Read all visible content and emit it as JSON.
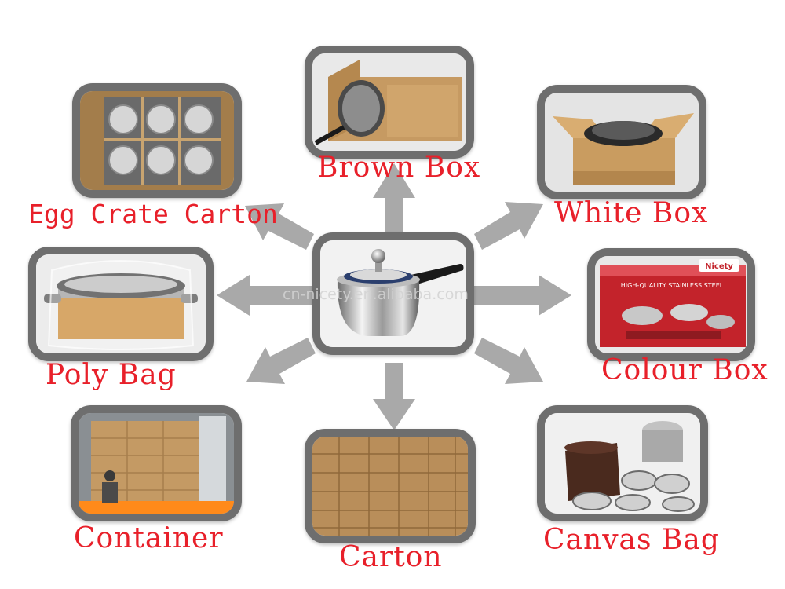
{
  "center": {
    "name": "saucepan-photo"
  },
  "packages": [
    {
      "key": "brown_box",
      "label": "Brown Box"
    },
    {
      "key": "egg_crate_carton",
      "label": "Egg Crate Carton"
    },
    {
      "key": "white_box",
      "label": "White Box"
    },
    {
      "key": "poly_bag",
      "label": "Poly Bag"
    },
    {
      "key": "colour_box",
      "label": "Colour Box"
    },
    {
      "key": "container",
      "label": "Container"
    },
    {
      "key": "carton",
      "label": "Carton"
    },
    {
      "key": "canvas_bag",
      "label": "Canvas Bag"
    }
  ],
  "colour_box_print": {
    "brand": "Nicety",
    "tagline": "HIGH-QUALITY STAINLESS STEEL"
  },
  "watermark": "cn-nicety.en.alibaba.com",
  "colors": {
    "label": "#e8202a",
    "arrow": "#a9a9a9",
    "frame": "#6e6e6e"
  }
}
